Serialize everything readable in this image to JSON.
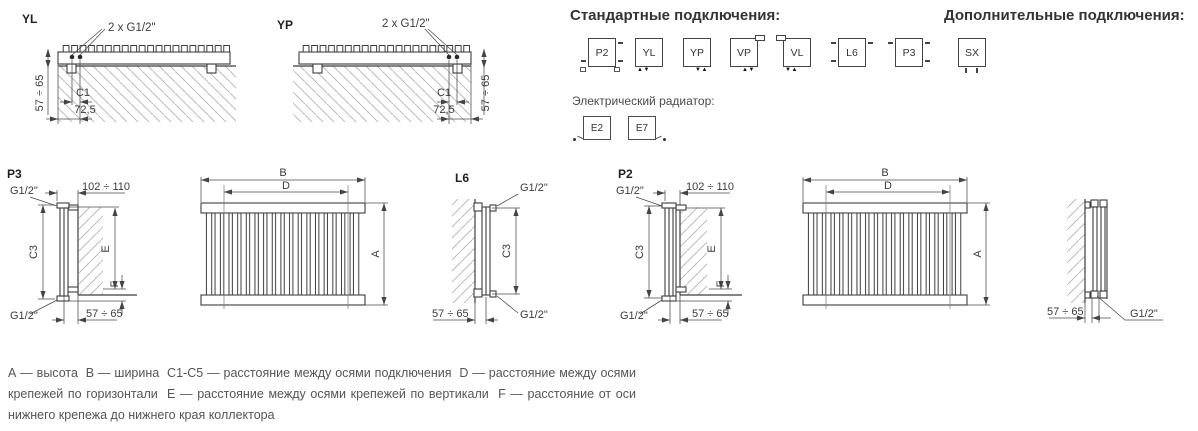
{
  "top_views": {
    "yl": {
      "title": "YL",
      "connection_label": "2 x G1/2\"",
      "wall_distance": "57 ÷ 65",
      "axis_dim": "C1",
      "edge_dim": "72,5"
    },
    "yp": {
      "title": "YP",
      "connection_label": "2 x G1/2\"",
      "wall_distance": "57 ÷ 65",
      "axis_dim": "C1",
      "edge_dim": "72,5"
    }
  },
  "sections": {
    "standard_title": "Стандартные подключения:",
    "additional_title": "Дополнительные подключения:",
    "electric_title": "Электрический радиатор:"
  },
  "connection_types": {
    "standard": [
      "P2",
      "YL",
      "YP",
      "VP",
      "VL",
      "L6",
      "P3"
    ],
    "additional": [
      "SX"
    ],
    "electric": [
      "E2",
      "E7"
    ]
  },
  "side_views": {
    "p3": {
      "title": "P3",
      "thread_top": "G1/2\"",
      "thread_bottom": "G1/2\"",
      "depth_dim": "102 ÷ 110",
      "axis_dim": "C3",
      "bracket_dim": "E",
      "foot_dim": "F",
      "wall_distance": "57 ÷ 65"
    },
    "l6": {
      "title": "L6",
      "thread_top": "G1/2\"",
      "thread_bottom": "G1/2\"",
      "axis_dim": "C3",
      "wall_distance": "57 ÷ 65"
    },
    "p2": {
      "title": "P2",
      "thread_top": "G1/2\"",
      "thread_bottom": "G1/2\"",
      "depth_dim": "102 ÷ 110",
      "axis_dim": "C3",
      "bracket_dim": "E",
      "foot_dim": "F",
      "wall_distance": "57 ÷ 65"
    },
    "side": {
      "wall_distance": "57 ÷ 65",
      "thread_bottom": "G1/2\""
    }
  },
  "front_views": {
    "width_dim": "B",
    "bracket_dim": "D",
    "height_dim": "A"
  },
  "legend": "А — высота  В — ширина  С1-С5 — расстояние между осями подключения  D — расстояние между осями крепежей по горизонтали  Е — расстояние между осями крепежей по вертикали  F — расстояние от оси нижнего крепежа до нижнего края коллектора"
}
